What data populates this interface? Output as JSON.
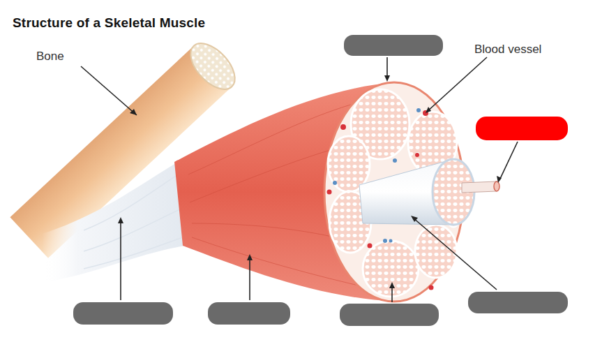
{
  "diagram": {
    "title": "Structure of a Skeletal Muscle",
    "labels": [
      "Bone",
      "Blood vessel"
    ]
  }
}
